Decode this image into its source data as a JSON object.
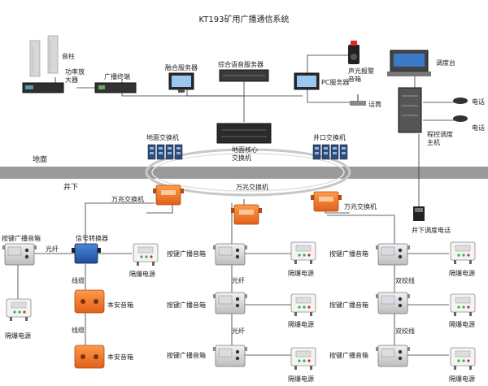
{
  "title": "KT193矿用广播通信系统",
  "ground_labels": {
    "surface": "地面",
    "underground": "井下"
  },
  "surface_devices": {
    "speaker_column": "音柱",
    "power_amp": "功率放\n大器",
    "broadcast_terminal": "广播终端",
    "fusion_server": "融合服务器",
    "voice_server": "综合语音服务器",
    "alarm_speaker": "声光报警\n音箱",
    "pc_server": "PC服务器",
    "dispatch_console": "调度台",
    "microphone": "话筒",
    "phone_1": "电话",
    "phone_2": "电话",
    "controller": "程控调度\n主机"
  },
  "network": {
    "surface_switch": "地面交换机",
    "wellhead_switch": "井口交换机",
    "core_switch": "地面核心\n交换机",
    "gigabit_switch_left": "万兆交换机",
    "gigabit_switch_mid": "万兆交换机",
    "gigabit_switch_right": "万兆交换机",
    "underground_phone": "井下调度电话"
  },
  "underground": {
    "broadcast_box": "按键广播音箱",
    "signal_converter": "信号转换器",
    "fiber": "光纤",
    "cable": "线缆",
    "power": "隔爆电源",
    "safe_speaker": "本安音箱",
    "twisted_pair": "双绞线"
  },
  "colors": {
    "orange": "#f07a2a",
    "blue": "#2b5fb4",
    "band": "#9a9a9a"
  }
}
